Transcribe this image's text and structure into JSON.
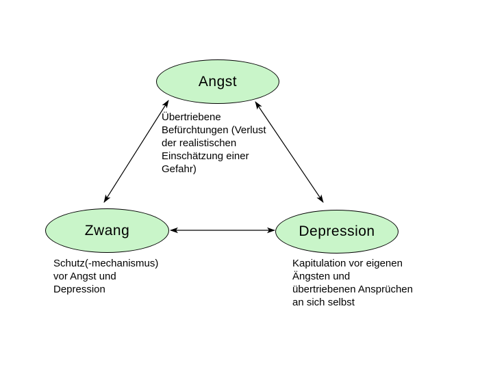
{
  "diagram": {
    "type": "triangle-relationship-diagram",
    "background_color": "#ffffff",
    "node_fill_color": "#c9f5c9",
    "node_stroke_color": "#000000",
    "text_color": "#000000",
    "nodes": [
      {
        "id": "angst",
        "label": "Angst",
        "note": "Übertriebene\nBefürchtungen (Verlust\nder realistischen\nEinschätzung einer\nGefahr)"
      },
      {
        "id": "zwang",
        "label": "Zwang",
        "note": "Schutz(-mechanismus)\nvor Angst und\nDepression"
      },
      {
        "id": "depression",
        "label": "Depression",
        "note": "Kapitulation vor eigenen\nÄngsten und\nübertriebenen Ansprüchen\nan sich selbst"
      }
    ],
    "edges": [
      {
        "from": "angst",
        "to": "zwang",
        "bidirectional": true
      },
      {
        "from": "angst",
        "to": "depression",
        "bidirectional": true
      },
      {
        "from": "zwang",
        "to": "depression",
        "bidirectional": true
      }
    ]
  }
}
